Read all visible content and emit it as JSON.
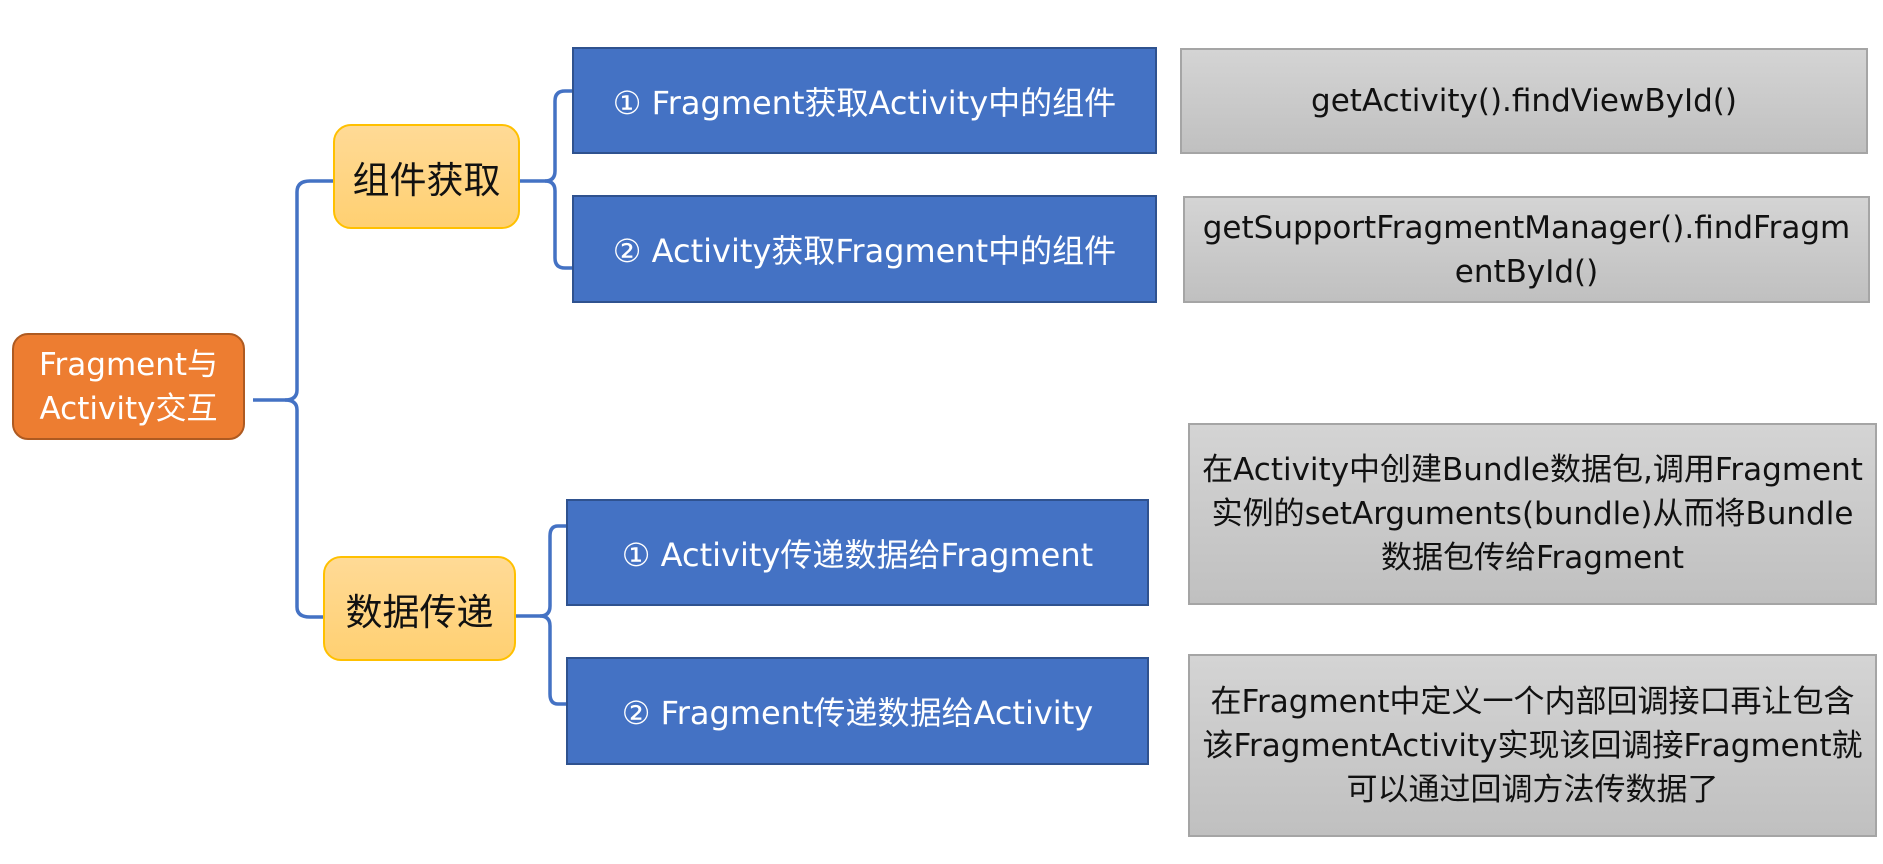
{
  "root": {
    "label": "Fragment与\nActivity交互"
  },
  "colors": {
    "root": "#ed7d31",
    "category": "#ffd67f",
    "item": "#4472c4",
    "detail": "#c9c9c9",
    "connector": "#4472c4"
  },
  "branches": [
    {
      "label": "组件获取",
      "items": [
        {
          "label": "① Fragment获取Activity中的组件",
          "detail": "getActivity().findViewById()"
        },
        {
          "label": "② Activity获取Fragment中的组件",
          "detail": "getSupportFragmentManager().findFragmentById()"
        }
      ]
    },
    {
      "label": "数据传递",
      "items": [
        {
          "label": "① Activity传递数据给Fragment",
          "detail": "在Activity中创建Bundle数据包,调用Fragment实例的setArguments(bundle)从而将Bundle数据包传给Fragment"
        },
        {
          "label": "② Fragment传递数据给Activity",
          "detail": "在Fragment中定义一个内部回调接口再让包含该FragmentActivity实现该回调接Fragment就可以通过回调方法传数据了"
        }
      ]
    }
  ]
}
